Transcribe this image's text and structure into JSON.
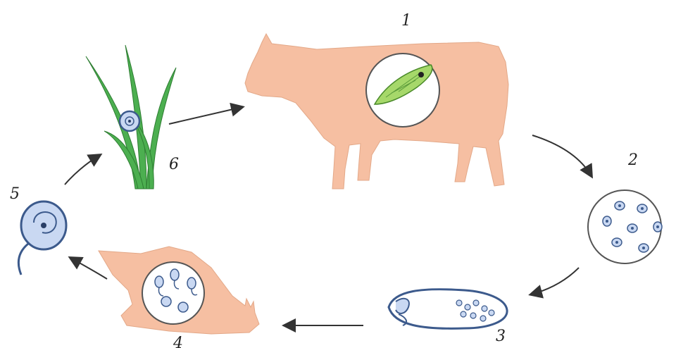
{
  "stages": [
    {
      "num": "1",
      "subject": "cow"
    },
    {
      "num": "2",
      "subject": "eggs"
    },
    {
      "num": "3",
      "subject": "miracidium"
    },
    {
      "num": "4",
      "subject": "snail"
    },
    {
      "num": "5",
      "subject": "cercaria"
    },
    {
      "num": "6",
      "subject": "grass-cyst"
    }
  ],
  "colors": {
    "host_skin": "#f6bfa2",
    "fluke": "#a6d86a",
    "grass": "#4caf50",
    "larva_blue": "#3c5a8c",
    "larva_fill": "#c9d8f2"
  }
}
